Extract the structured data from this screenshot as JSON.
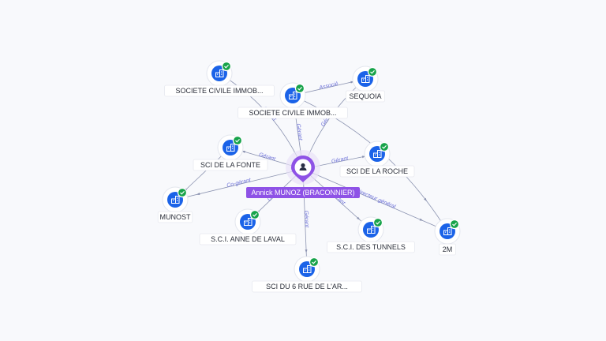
{
  "colors": {
    "background": "#f8f9fc",
    "company": "#1b63e8",
    "verified": "#17a34a",
    "person": "#8e52e6",
    "edge": "#8b93b0",
    "edge_label": "#6b6fd8"
  },
  "center": {
    "id": "annick",
    "label": "Annick MUNOZ (BRACONNIER)",
    "icon": "person-icon"
  },
  "companies": [
    {
      "id": "sci_immob_1",
      "label": "SOCIETE CIVILE IMMOB...",
      "icon": "building-icon",
      "verified": true
    },
    {
      "id": "sci_immob_2",
      "label": "SOCIETE CIVILE IMMOB...",
      "icon": "building-icon",
      "verified": true
    },
    {
      "id": "sequoia",
      "label": "SEQUOIA",
      "icon": "building-icon",
      "verified": true
    },
    {
      "id": "sci_fonte",
      "label": "SCI DE LA FONTE",
      "icon": "building-icon",
      "verified": true
    },
    {
      "id": "sci_roche",
      "label": "SCI DE LA ROCHE",
      "icon": "building-icon",
      "verified": true
    },
    {
      "id": "munost",
      "label": "MUNOST",
      "icon": "building-icon",
      "verified": true
    },
    {
      "id": "anne_laval",
      "label": "S.C.I. ANNE DE LAVAL",
      "icon": "building-icon",
      "verified": true
    },
    {
      "id": "tunnels",
      "label": "S.C.I. DES TUNNELS",
      "icon": "building-icon",
      "verified": true
    },
    {
      "id": "two_m",
      "label": "2M",
      "icon": "building-icon",
      "verified": true
    },
    {
      "id": "sci_6_rue",
      "label": "SCI DU 6 RUE DE L'AR...",
      "icon": "building-icon",
      "verified": true
    }
  ],
  "edges": [
    {
      "from": "annick",
      "to": "sci_immob_1",
      "label": "Gérant"
    },
    {
      "from": "annick",
      "to": "sci_immob_2",
      "label": "Gérant"
    },
    {
      "from": "annick",
      "to": "sequoia",
      "label": "Gérant"
    },
    {
      "from": "sci_immob_2",
      "to": "sequoia",
      "label": "Associé"
    },
    {
      "from": "annick",
      "to": "sci_fonte",
      "label": "Gérant"
    },
    {
      "from": "annick",
      "to": "sci_roche",
      "label": "Gérant"
    },
    {
      "from": "annick",
      "to": "munost",
      "label": "Co-gérant"
    },
    {
      "from": "annick",
      "to": "anne_laval",
      "label": "Gérant"
    },
    {
      "from": "annick",
      "to": "sci_6_rue",
      "label": "Gérant"
    },
    {
      "from": "annick",
      "to": "tunnels",
      "label": "Gérant"
    },
    {
      "from": "annick",
      "to": "two_m",
      "label": "Directeur général"
    },
    {
      "from": "sci_immob_2",
      "to": "two_m",
      "label": ""
    },
    {
      "from": "sci_fonte",
      "to": "munost",
      "label": ""
    }
  ]
}
